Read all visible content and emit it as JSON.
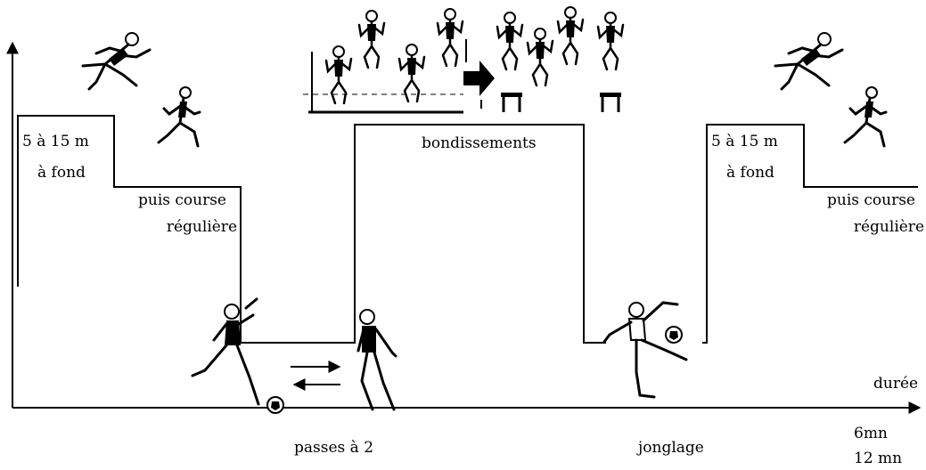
{
  "segments": {
    "sprint_left": {
      "line1": "5 à 15 m",
      "line2": "à fond"
    },
    "run_left": {
      "line1": "puis course",
      "line2": "régulière"
    },
    "jumps": {
      "label": "bondissements"
    },
    "sprint_right": {
      "line1": "5 à 15 m",
      "line2": "à fond"
    },
    "run_right": {
      "line1": "puis course",
      "line2": "régulière"
    }
  },
  "activities": {
    "passes": "passes à 2",
    "juggling": "jonglage"
  },
  "axis": {
    "x_label": "durée",
    "duration_1": "6mn",
    "duration_2": "12 mn"
  },
  "icons": [
    "sprinter-icon",
    "runner-icon",
    "jumper-icon",
    "hurdle-icon",
    "arrow-icon",
    "soccer-player-icon",
    "soccer-ball-icon"
  ],
  "colors": {
    "ink": "#000000",
    "background": "#ffffff"
  }
}
